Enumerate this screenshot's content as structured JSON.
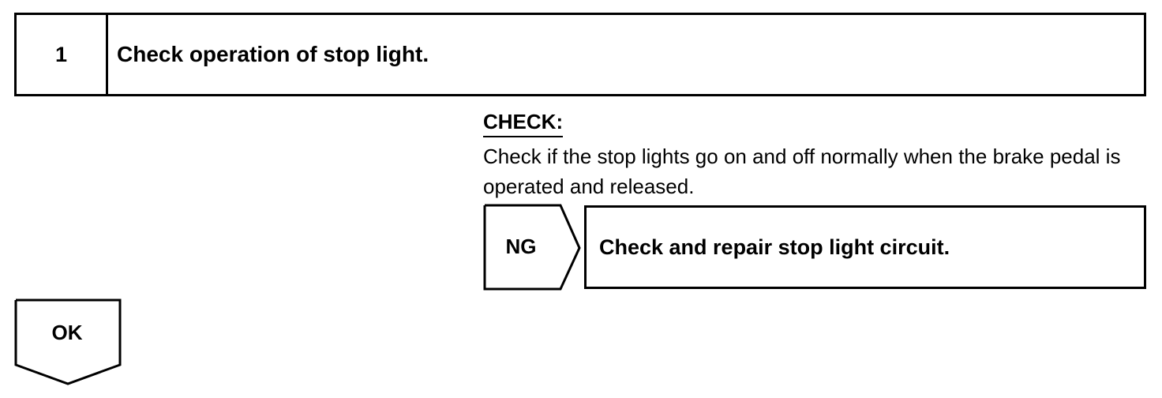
{
  "step": {
    "number": "1",
    "title": "Check operation of stop light."
  },
  "check": {
    "heading": "CHECK:",
    "text": "Check if the stop lights go on and off normally when the brake pedal is operated and released."
  },
  "ng": {
    "label": "NG",
    "result": "Check and repair stop light circuit."
  },
  "ok": {
    "label": "OK"
  }
}
